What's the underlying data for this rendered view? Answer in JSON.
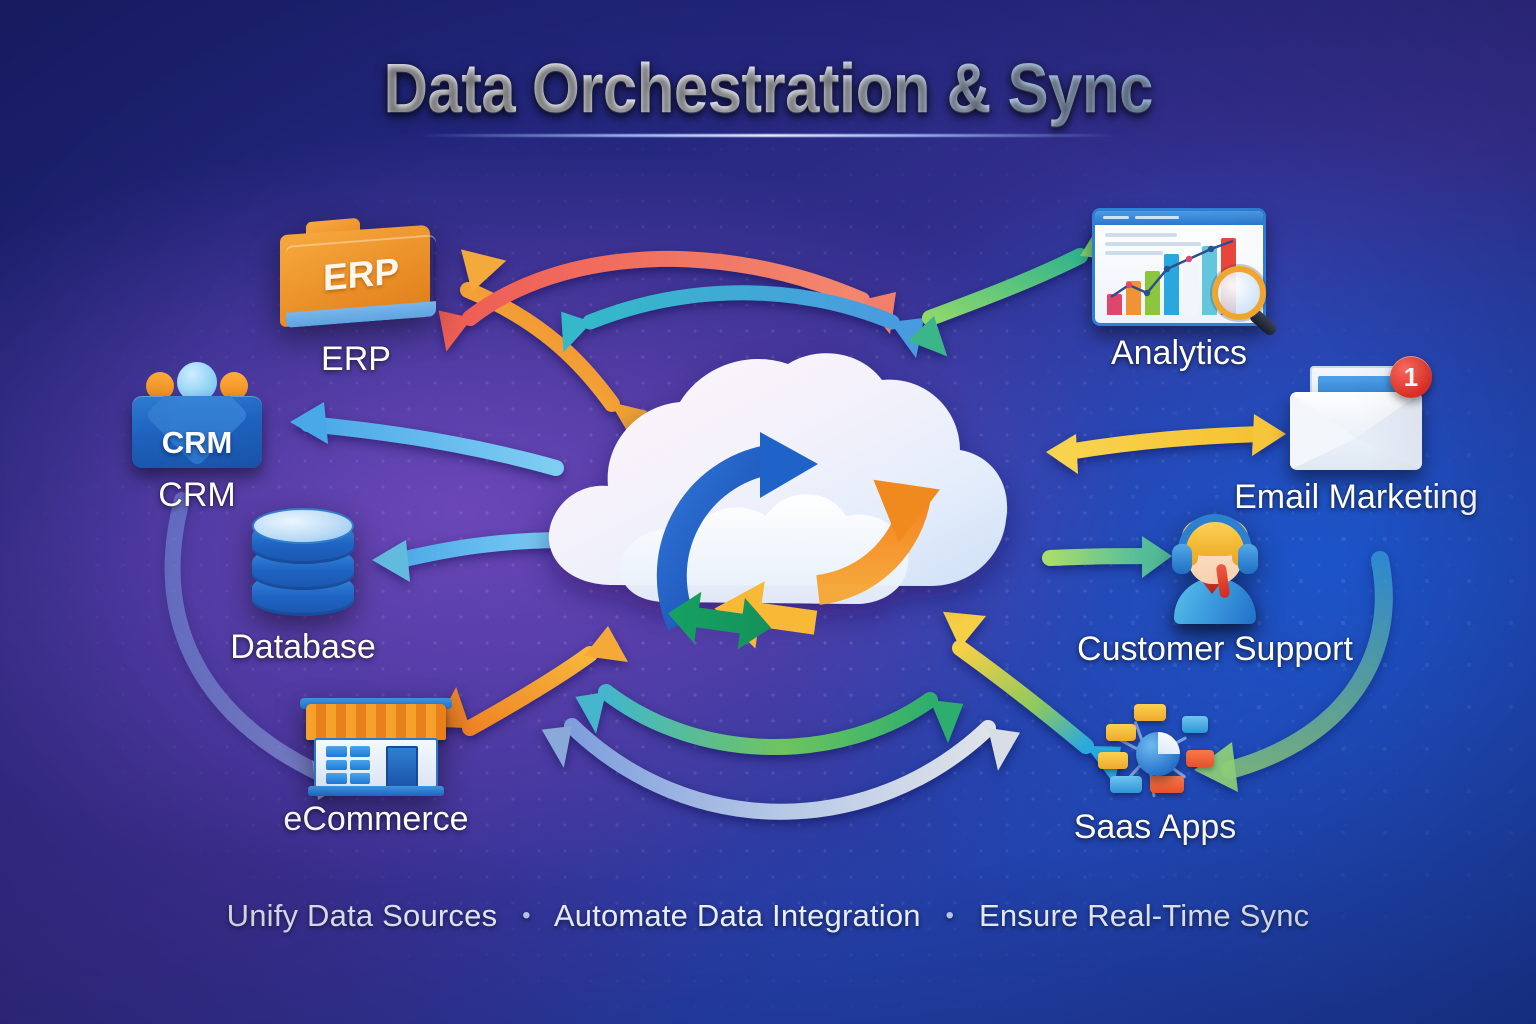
{
  "header": {
    "title": "Data Orchestration & Sync"
  },
  "footer": {
    "items": [
      "Unify Data Sources",
      "Automate Data Integration",
      "Ensure Real-Time Sync"
    ],
    "separator": "•"
  },
  "center": {
    "name": "cloud-sync-hub",
    "icon": "cloud-icon",
    "arrows": [
      {
        "name": "blue-sync-arrow",
        "color": "#1f63c8"
      },
      {
        "name": "orange-sync-arrow",
        "color": "#f08a1e"
      },
      {
        "name": "yellow-sync-arrow",
        "color": "#f7b936"
      },
      {
        "name": "green-exchange-arrow",
        "color": "#17a163"
      }
    ]
  },
  "nodes": {
    "left": [
      {
        "id": "erp",
        "label": "ERP",
        "badge_text": "ERP",
        "icon": "folder-icon",
        "accent": "#ef8b1f"
      },
      {
        "id": "crm",
        "label": "CRM",
        "badge_text": "CRM",
        "icon": "people-card-icon",
        "accent": "#1f63c0"
      },
      {
        "id": "database",
        "label": "Database",
        "icon": "database-cylinder-icon",
        "accent": "#2a7fd4"
      },
      {
        "id": "ecommerce",
        "label": "eCommerce",
        "icon": "storefront-icon",
        "accent": "#ef8b1f"
      }
    ],
    "right": [
      {
        "id": "analytics",
        "label": "Analytics",
        "icon": "chart-dashboard-icon",
        "accent": "#2f7fd4"
      },
      {
        "id": "email",
        "label": "Email Marketing",
        "icon": "envelope-icon",
        "accent": "#e03024",
        "badge_count": "1"
      },
      {
        "id": "support",
        "label": "Customer Support",
        "icon": "headset-agent-icon",
        "accent": "#2f7fd0"
      },
      {
        "id": "saas",
        "label": "Saas Apps",
        "icon": "network-nodes-icon",
        "accent": "#1f6cc6"
      }
    ]
  },
  "analytics_chart": {
    "bars": [
      {
        "color": "#e0456d",
        "height_pct": 26
      },
      {
        "color": "#ef9334",
        "height_pct": 42
      },
      {
        "color": "#8cc63e",
        "height_pct": 55
      },
      {
        "color": "#29a8e0",
        "height_pct": 76
      },
      {
        "color": "#f2f6fb",
        "height_pct": 66
      },
      {
        "color": "#63c6dd",
        "height_pct": 86
      },
      {
        "color": "#e8463a",
        "height_pct": 96
      }
    ],
    "trendline": "rising"
  },
  "connections": [
    {
      "from": "hub",
      "to": "erp",
      "style": "bidirectional",
      "color_from": "#f0a03a",
      "color_to": "#f08a1e"
    },
    {
      "from": "hub",
      "to": "crm",
      "style": "single",
      "color_from": "#7fd0f5",
      "color_to": "#4aa8e8"
    },
    {
      "from": "hub",
      "to": "database",
      "style": "single",
      "color_from": "#8fd7f7",
      "color_to": "#4fb0ea"
    },
    {
      "from": "hub",
      "to": "ecommerce",
      "style": "bidirectional",
      "color_from": "#f7b73c",
      "color_to": "#ef8a24"
    },
    {
      "from": "hub",
      "to": "analytics",
      "style": "bidirectional",
      "color_from": "#8fd86a",
      "color_to": "#38b98e"
    },
    {
      "from": "hub",
      "to": "email",
      "style": "single",
      "color_from": "#f8d04a",
      "color_to": "#f6c23b"
    },
    {
      "from": "hub",
      "to": "support",
      "style": "single",
      "color_from": "#a9dc6a",
      "color_to": "#4fb6a0"
    },
    {
      "from": "hub",
      "to": "saas",
      "style": "bidirectional",
      "color_from": "#f5cf46",
      "color_to": "#2aa8dd"
    },
    {
      "from": "erp",
      "to": "topmid",
      "style": "single",
      "color_from": "#f0796b",
      "color_to": "#ef6a59"
    },
    {
      "from": "topmid",
      "to": "right",
      "style": "single",
      "color_from": "#39b7c7",
      "color_to": "#4a9be0"
    },
    {
      "from": "ecommerce",
      "to": "mid",
      "style": "single",
      "color_from": "#4fb7c9",
      "color_to": "#56c06a"
    },
    {
      "from": "mid",
      "to": "saas",
      "style": "single",
      "color_from": "#8aa8d8",
      "color_to": "#d8dde6"
    }
  ],
  "colors": {
    "bg_navy": "#1b2272",
    "bg_purple": "#6b47b8",
    "bg_blue": "#1c54c8",
    "text_light": "#ffffff"
  }
}
